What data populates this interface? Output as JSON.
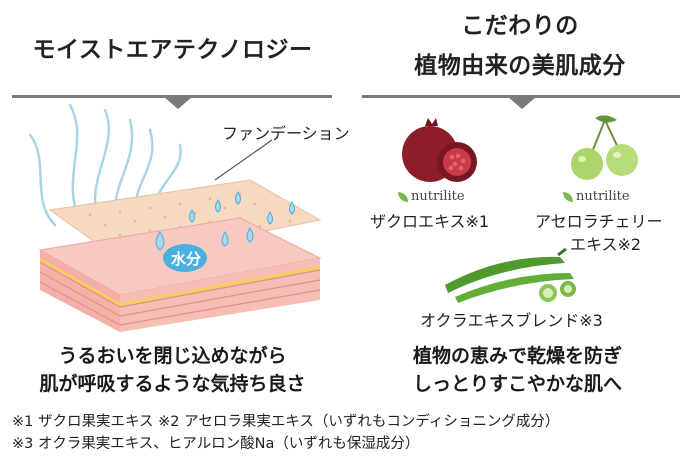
{
  "left": {
    "title": "モイストエアテクノロジー",
    "foundation_label": "ファンデーション",
    "water_label": "水分",
    "caption_line1": "うるおいを閉じ込めながら",
    "caption_line2": "肌が呼吸するような気持ち良さ"
  },
  "right": {
    "title_line1": "こだわりの",
    "title_line2": "植物由来の美肌成分",
    "brand": "nutrilite",
    "ingredient1": "ザクロエキス※1",
    "ingredient2_line1": "アセロラチェリー",
    "ingredient2_line2": "エキス※2",
    "ingredient3": "オクラエキスブレンド※3",
    "caption_line1": "植物の恵みで乾燥を防ぎ",
    "caption_line2": "しっとりすこやかな肌へ"
  },
  "footnotes": {
    "line1": "※1 ザクロ果実エキス ※2 アセロラ果実エキス（いずれもコンディショニング成分）",
    "line2": "※3 オクラ果実エキス、ヒアルロン酸Na（いずれも保湿成分）"
  },
  "colors": {
    "divider": "#7a7a7a",
    "skin": "#f2b7b0",
    "foundation": "#f3d0b4",
    "water": "#4ab0e0",
    "leaf": "#7ab648"
  }
}
